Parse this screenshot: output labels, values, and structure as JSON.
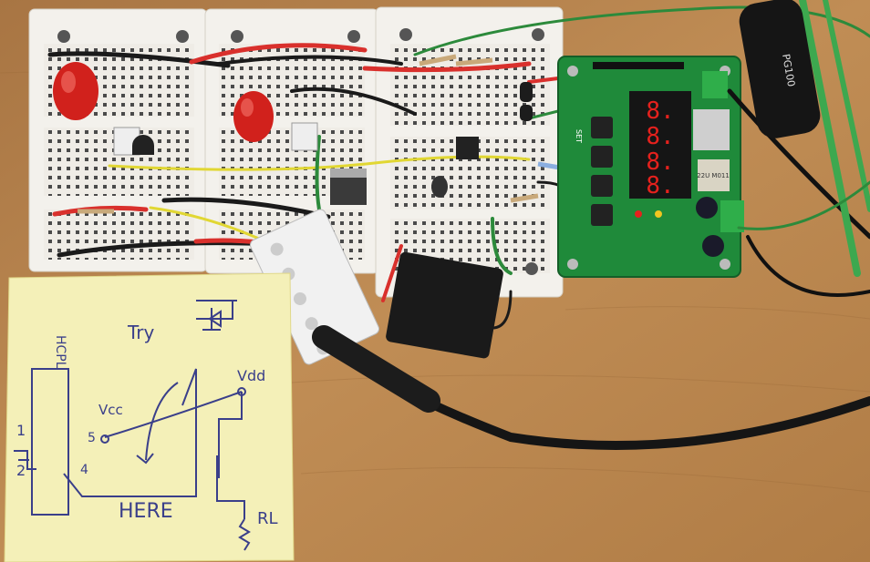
{
  "note": {
    "pins": [
      "1",
      "2",
      "5",
      "4"
    ],
    "vcc": "Vcc",
    "vdd": "Vdd",
    "try": "Try",
    "here": "HERE",
    "rl": "RL",
    "chip_text": "HCPL"
  },
  "module": {
    "set_label": "SET",
    "display": "8.8.8.8",
    "inductor": "22U\nM011"
  },
  "cable": {
    "label": "PG100"
  },
  "colors": {
    "wood": "#b8834c",
    "breadboard": "#efece6",
    "pcb": "#1f8a3a",
    "note_paper": "#f4f0b8",
    "ink": "#3a3f8a"
  }
}
